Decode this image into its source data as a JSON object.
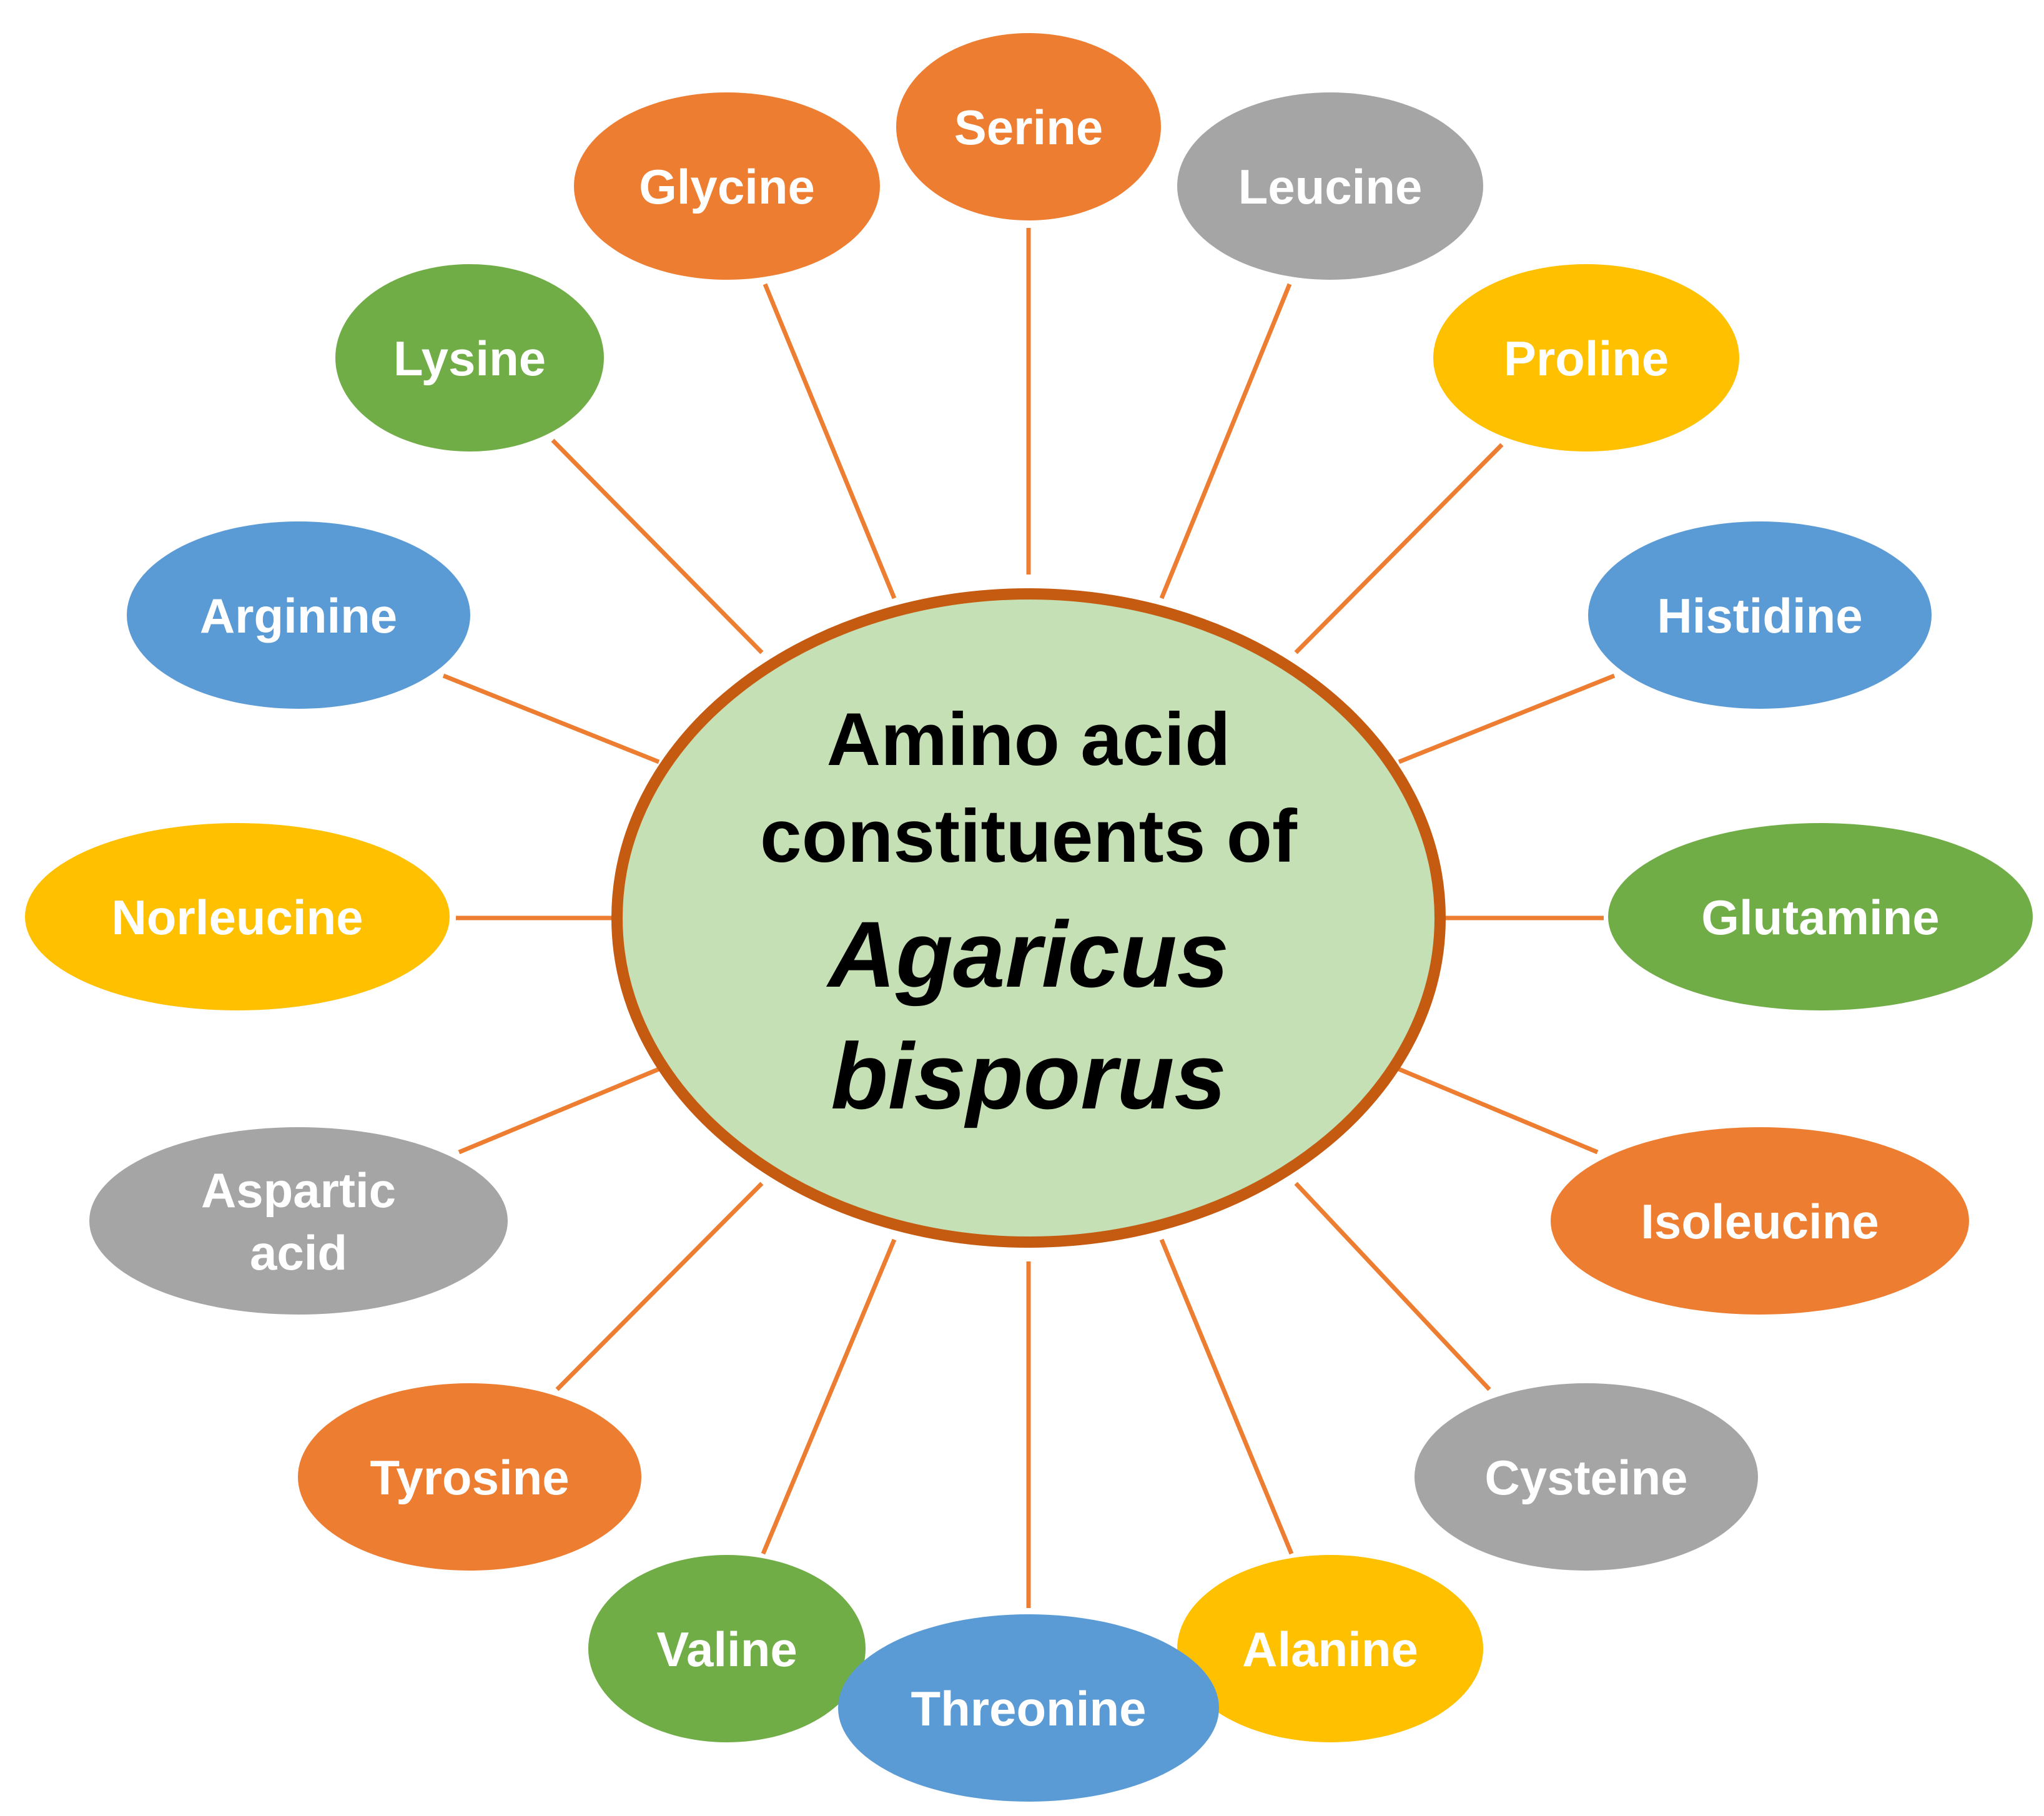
{
  "colors": {
    "orange": "#ED7D31",
    "gray": "#A5A5A5",
    "yellow": "#FFC000",
    "blue": "#5B9BD5",
    "green": "#70AD47",
    "center_fill": "#C5E0B4",
    "center_border": "#C55A11",
    "connector": "#ED7D31"
  },
  "center": {
    "line1": "Amino acid",
    "line2": "constituents of",
    "line3": "Agaricus",
    "line4": "bisporus"
  },
  "nodes": [
    {
      "id": "serine",
      "lines": [
        "Serine"
      ],
      "color": "orange"
    },
    {
      "id": "leucine",
      "lines": [
        "Leucine"
      ],
      "color": "gray"
    },
    {
      "id": "proline",
      "lines": [
        "Proline"
      ],
      "color": "yellow"
    },
    {
      "id": "histidine",
      "lines": [
        "Histidine"
      ],
      "color": "blue"
    },
    {
      "id": "glutamine",
      "lines": [
        "Glutamine"
      ],
      "color": "green"
    },
    {
      "id": "isoleucine",
      "lines": [
        "Isoleucine"
      ],
      "color": "orange"
    },
    {
      "id": "cysteine",
      "lines": [
        "Cysteine"
      ],
      "color": "gray"
    },
    {
      "id": "alanine",
      "lines": [
        "Alanine"
      ],
      "color": "yellow"
    },
    {
      "id": "threonine",
      "lines": [
        "Threonine"
      ],
      "color": "blue"
    },
    {
      "id": "valine",
      "lines": [
        "Valine"
      ],
      "color": "green"
    },
    {
      "id": "tyrosine",
      "lines": [
        "Tyrosine"
      ],
      "color": "orange"
    },
    {
      "id": "aspartic-acid",
      "lines": [
        "Aspartic",
        "acid"
      ],
      "color": "gray"
    },
    {
      "id": "norleucine",
      "lines": [
        "Norleucine"
      ],
      "color": "yellow"
    },
    {
      "id": "arginine",
      "lines": [
        "Arginine"
      ],
      "color": "blue"
    },
    {
      "id": "lysine",
      "lines": [
        "Lysine"
      ],
      "color": "green"
    },
    {
      "id": "glycine",
      "lines": [
        "Glycine"
      ],
      "color": "orange"
    }
  ]
}
